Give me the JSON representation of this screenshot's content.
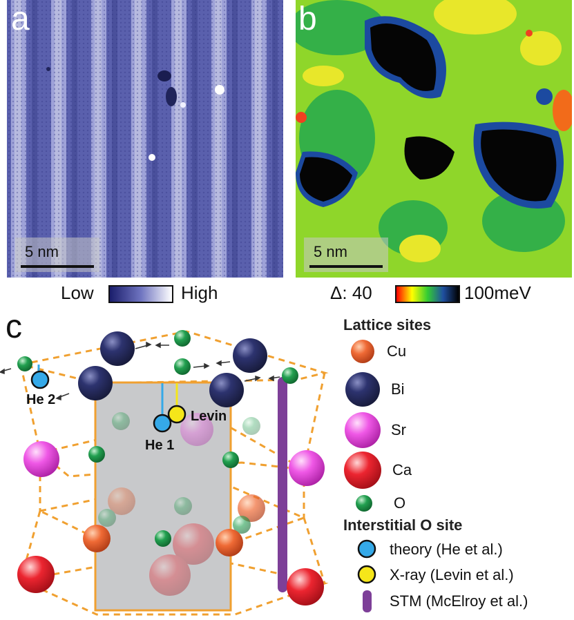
{
  "panel_a": {
    "label": "a",
    "scale_text": "5 nm",
    "colorbar": {
      "low": "Low",
      "high": "High",
      "gradient": [
        "#1a1d6b",
        "#6f74c0",
        "#ffffff"
      ]
    }
  },
  "panel_b": {
    "label": "b",
    "scale_text": "5 nm",
    "colorbar": {
      "prefix": "Δ: 40",
      "suffix": "100meV",
      "gradient": [
        "#ff0000",
        "#ffff00",
        "#33cc33",
        "#1f4fa0",
        "#000000"
      ]
    }
  },
  "panel_c": {
    "label": "c",
    "site_labels": {
      "he2": "He 2",
      "he1": "He 1",
      "levin": "Levin"
    },
    "legend": {
      "lattice_title": "Lattice sites",
      "lattice_items": [
        {
          "label": "Cu",
          "color": "#e8542a"
        },
        {
          "label": "Bi",
          "color": "#252a5e"
        },
        {
          "label": "Sr",
          "color": "#e94ce0"
        },
        {
          "label": "Ca",
          "color": "#e0202a"
        },
        {
          "label": "O",
          "color": "#1e9a4a"
        }
      ],
      "interstitial_title": "Interstitial O site",
      "interstitial_items": [
        {
          "label": "theory (He et al.)",
          "color": "#35a9e8"
        },
        {
          "label": "X-ray (Levin et al.)",
          "color": "#f5e61a"
        },
        {
          "label": "STM (McElroy et al.)",
          "color": "#7d3f98"
        }
      ]
    }
  }
}
